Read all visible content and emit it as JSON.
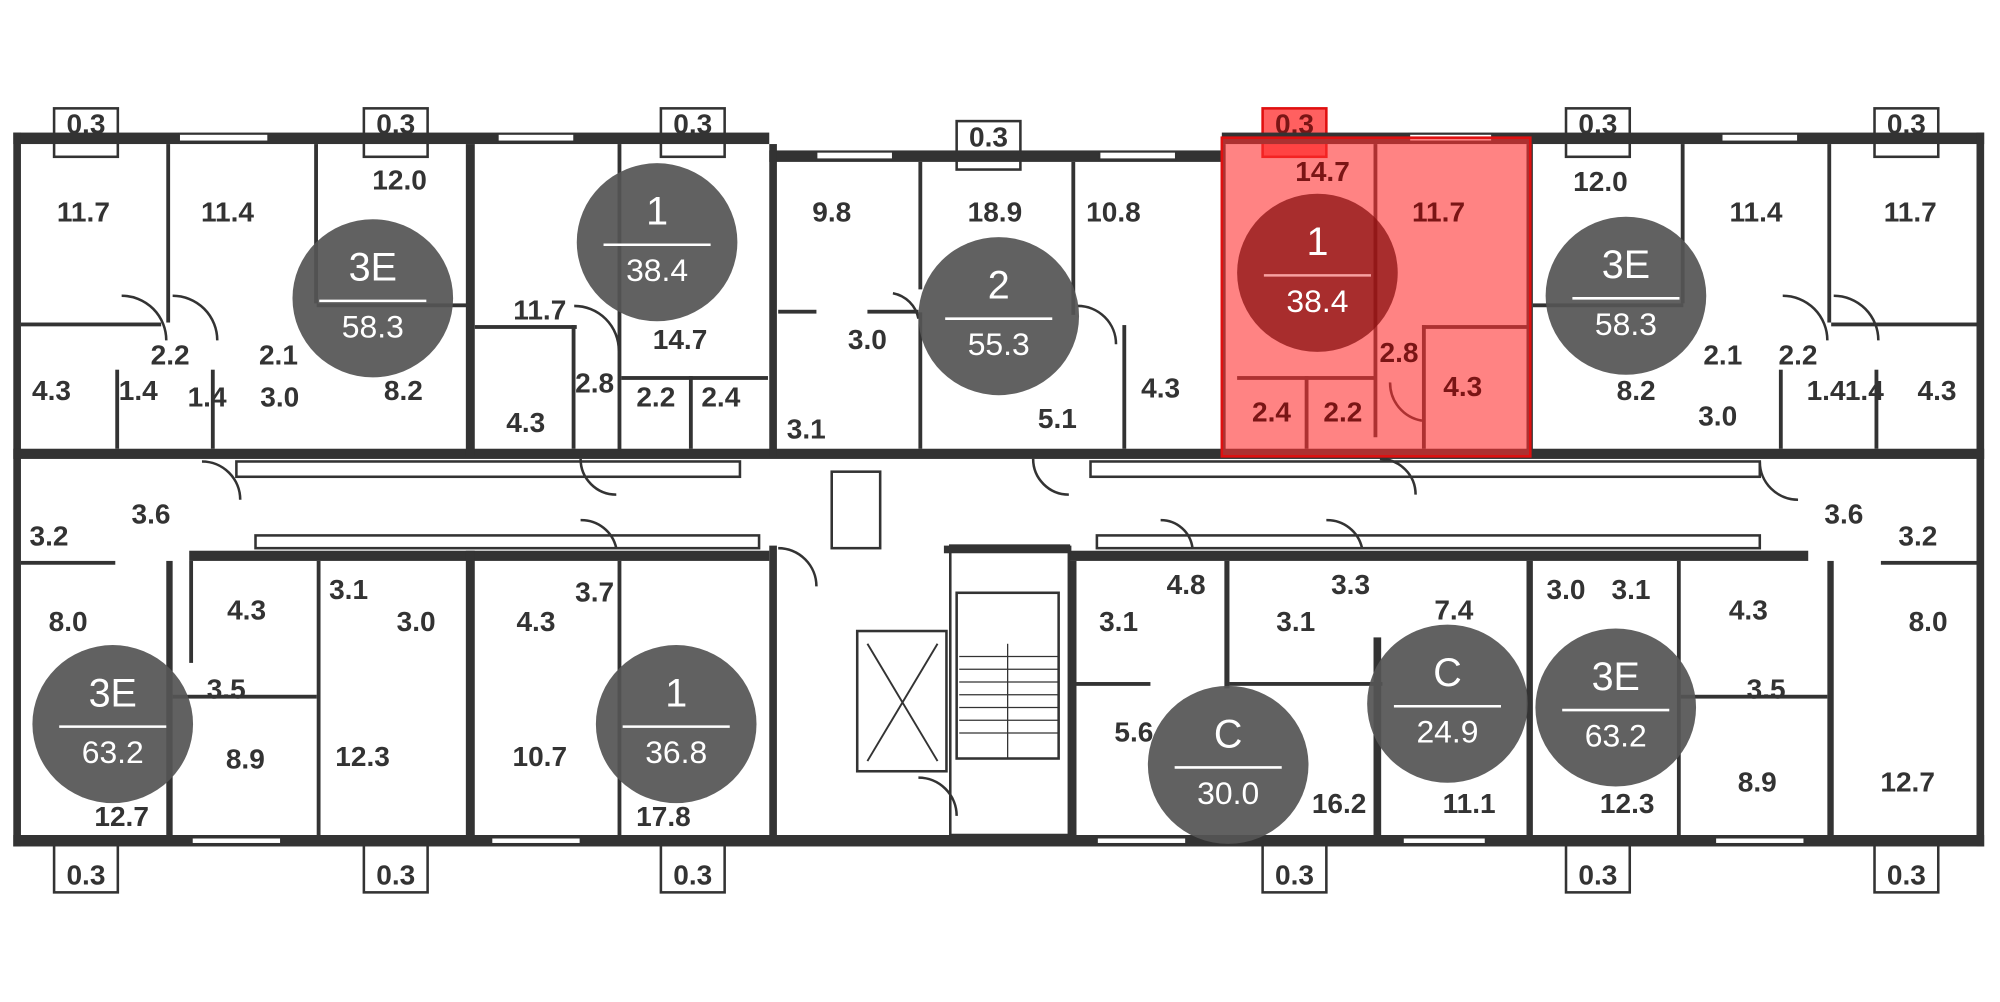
{
  "plan": {
    "highlight_color": "#ff4d4d",
    "circle_color": "#555555",
    "balcony_label": "0.3",
    "apartments": [
      {
        "type": "3E",
        "area": "58.3"
      },
      {
        "type": "1",
        "area": "38.4"
      },
      {
        "type": "2",
        "area": "55.3"
      },
      {
        "type": "1",
        "area": "38.4",
        "selected": true
      },
      {
        "type": "3E",
        "area": "58.3"
      },
      {
        "type": "3E",
        "area": "63.2"
      },
      {
        "type": "1",
        "area": "36.8"
      },
      {
        "type": "C",
        "area": "30.0"
      },
      {
        "type": "C",
        "area": "24.9"
      },
      {
        "type": "3E",
        "area": "63.2"
      }
    ],
    "rooms": [
      "11.7",
      "11.4",
      "12.0",
      "11.7",
      "14.7",
      "9.8",
      "18.9",
      "10.8",
      "14.7",
      "11.7",
      "12.0",
      "11.4",
      "11.7",
      "2.2",
      "2.1",
      "4.3",
      "1.4",
      "1.4",
      "3.0",
      "8.2",
      "2.8",
      "4.3",
      "2.2",
      "2.4",
      "3.0",
      "3.1",
      "5.1",
      "4.3",
      "2.8",
      "2.4",
      "2.2",
      "4.3",
      "8.2",
      "3.0",
      "2.1",
      "2.2",
      "1.4",
      "1.4",
      "4.3",
      "3.6",
      "3.2",
      "3.6",
      "3.2",
      "8.0",
      "4.3",
      "3.1",
      "3.0",
      "3.5",
      "8.9",
      "12.3",
      "12.7",
      "3.7",
      "4.3",
      "10.7",
      "17.8",
      "4.8",
      "3.1",
      "5.6",
      "16.2",
      "3.3",
      "3.1",
      "7.4",
      "11.1",
      "3.0",
      "3.1",
      "4.3",
      "8.0",
      "3.5",
      "8.9",
      "12.3",
      "12.7"
    ],
    "balconies": [
      "0.3",
      "0.3",
      "0.3",
      "0.3",
      "0.3",
      "0.3",
      "0.3",
      "0.3",
      "0.3",
      "0.3",
      "0.3",
      "0.3",
      "0.3"
    ]
  }
}
